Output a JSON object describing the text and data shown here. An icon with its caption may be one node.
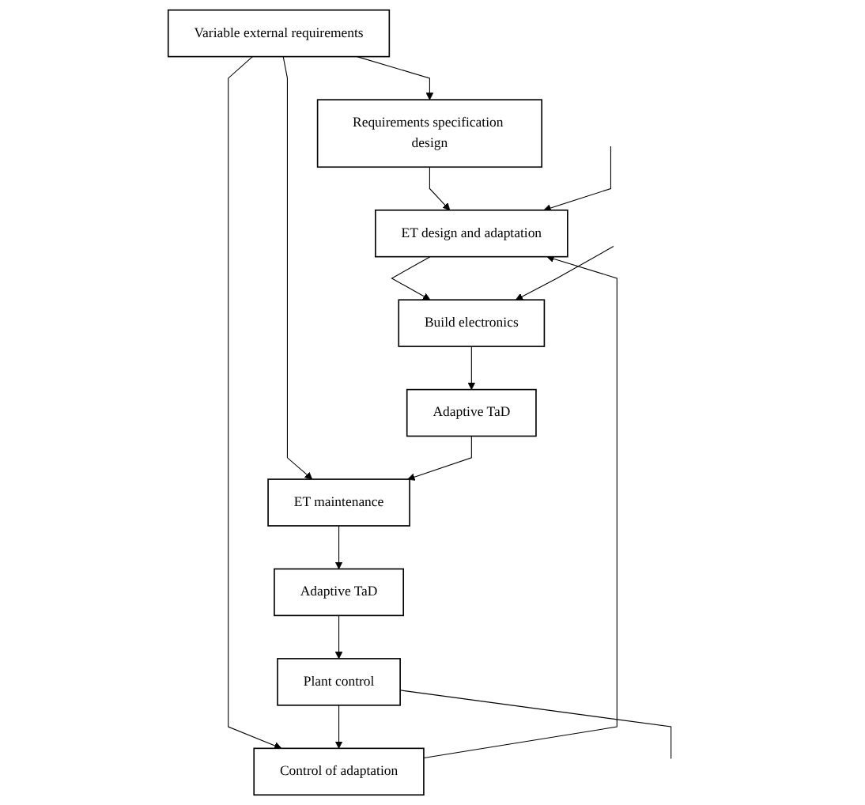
{
  "diagram": {
    "nodes": [
      {
        "text": [
          "Variable external requirements"
        ]
      },
      {
        "text": [
          "Requirements specification design"
        ]
      },
      {
        "text": [
          "Control of adaptation"
        ]
      },
      {
        "text": [
          "ET design and adaptation"
        ]
      },
      {
        "text": [
          "Adaptive TaD"
        ]
      },
      {
        "text": [
          "Build electronics"
        ]
      },
      {
        "text": [
          "ET maintenance"
        ]
      },
      {
        "text": [
          "Adaptive TaD"
        ]
      },
      {
        "text": [
          "Plant control"
        ]
      }
    ],
    "edges": [
      {
        "from": 0,
        "to": 1,
        "arrow": "to"
      },
      {
        "from": 0,
        "to": 2,
        "arrow": "to"
      },
      {
        "from": 0,
        "to": 6,
        "arrow": "to"
      },
      {
        "from": 2,
        "to": 3,
        "arrow": "to"
      },
      {
        "from": 1,
        "to": 3,
        "arrow": "to"
      },
      {
        "from": null,
        "to": 3,
        "arrow": "to"
      },
      {
        "from": 3,
        "to": 5,
        "arrow": "to"
      },
      {
        "from": null,
        "to": 5,
        "arrow": "to"
      },
      {
        "from": 5,
        "to": 4,
        "arrow": "to"
      },
      {
        "from": 4,
        "to": 6,
        "arrow": "to"
      },
      {
        "from": 6,
        "to": 7,
        "arrow": "to"
      },
      {
        "from": 7,
        "to": 8,
        "arrow": "to"
      },
      {
        "from": 8,
        "to": 2,
        "arrow": "to"
      },
      {
        "from": 8,
        "to": null,
        "arrow": "none"
      }
    ]
  }
}
